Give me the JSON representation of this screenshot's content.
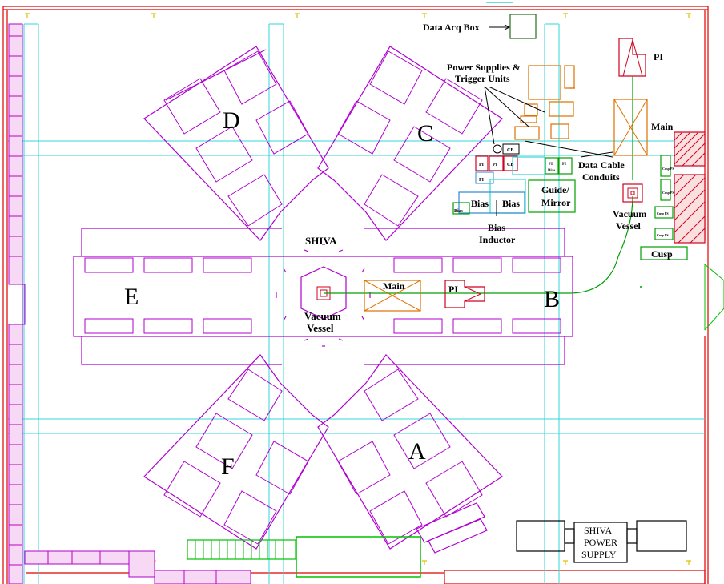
{
  "colors": {
    "building_outline": "#b000d0",
    "grid_lines": "#33d6d6",
    "boundary": "#e00000",
    "power_supply_boxes": "#e07000",
    "equipment_green": "#00a000",
    "equipment_blue": "#2a8ad0",
    "equipment_red": "#d00020",
    "text": "#000000"
  },
  "bays": {
    "a": "A",
    "b": "B",
    "c": "C",
    "d": "D",
    "e": "E",
    "f": "F"
  },
  "central": {
    "title": "SHIVA",
    "vessel_line1": "Vacuum",
    "vessel_line2": "Vessel"
  },
  "beamline_b": {
    "main": "Main",
    "pi": "PI"
  },
  "annex": {
    "data_acq_box": "Data Acq Box",
    "power_supplies_line1": "Power Supplies &",
    "power_supplies_line2": "Trigger Units",
    "pi": "PI",
    "main": "Main",
    "data_cable_line1": "Data Cable",
    "data_cable_line2": "Conduits",
    "vacuum_line1": "Vacuum",
    "vacuum_line2": "Vessel",
    "guide_line1": "Guide/",
    "guide_line2": "Mirror",
    "bias_1": "Bias",
    "bias_2": "Bias",
    "bias_small": "Bias",
    "bias_inductor_line1": "Bias",
    "bias_inductor_line2": "Inductor",
    "cusp": "Cusp",
    "rack_pi_1": "PI",
    "rack_pi_2": "PI",
    "rack_cb": "CB",
    "rack_cb2": "CB",
    "rack_pi_3": "PI",
    "rack_bias": "Bias",
    "rack_pi_small": "PI",
    "rack_pi_small2": "PI",
    "cusp_ps_1": "Cusp PS",
    "cusp_ps_2": "Cusp PS",
    "cusp_ps_3": "Cusp PS",
    "cusp_ps_4": "Cusp PS"
  },
  "power_supply": {
    "line1": "SHIVA",
    "line2": "POWER",
    "line3": "SUPPLY"
  }
}
